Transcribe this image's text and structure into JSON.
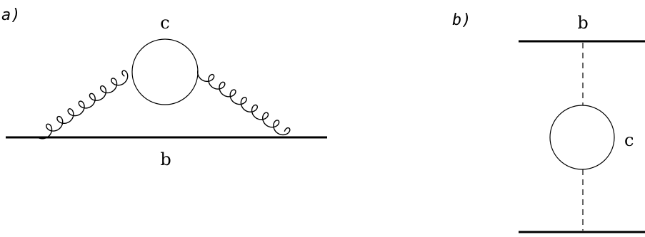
{
  "diagrams": [
    {
      "tag": "a)",
      "external_line_label": "b",
      "loop_label": "c",
      "propagator": "gluon"
    },
    {
      "tag": "b)",
      "external_line_label": "b",
      "loop_label": "c",
      "propagator": "dashed"
    }
  ],
  "colors": {
    "ink": "#000000",
    "background": "#ffffff"
  }
}
